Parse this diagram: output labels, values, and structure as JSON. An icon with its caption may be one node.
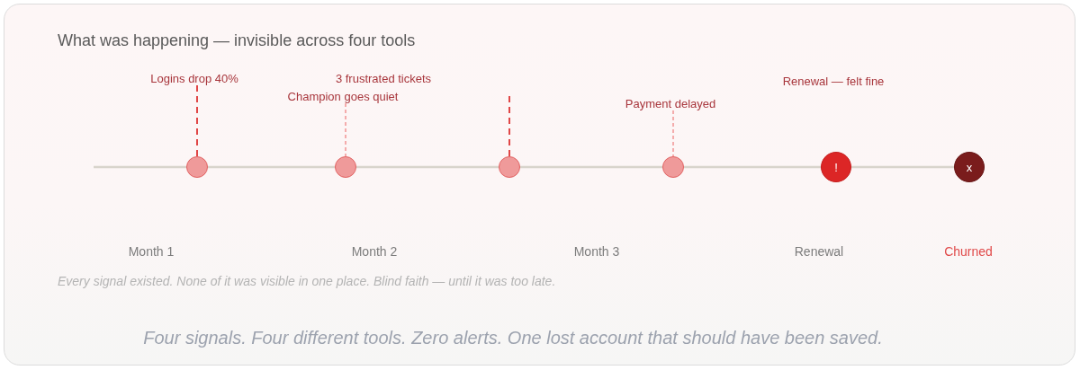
{
  "diagram": {
    "title": "What was happening — invisible across four tools",
    "caption": "Four signals. Four different tools. Zero alerts. One lost account that should have been saved.",
    "nodes": [
      {
        "text": [
          "Logins drop 40%"
        ]
      },
      {
        "text": [
          "Champion goes quiet"
        ]
      },
      {
        "text": [
          "Payment delayed"
        ]
      },
      {
        "text": [],
        "shape": "circle"
      },
      {
        "text": [],
        "shape": "circle"
      },
      {
        "text": [],
        "shape": "circle"
      },
      {
        "text": [],
        "shape": "circle"
      },
      {
        "text": [
          "!"
        ]
      },
      {
        "text": [
          "x"
        ]
      }
    ],
    "edges": [
      {
        "from": 0,
        "to": 3,
        "arrow": "none",
        "style": "dashed"
      },
      {
        "from": 1,
        "to": 4,
        "arrow": "none",
        "style": "dashed",
        "color": "#f19494"
      },
      {
        "from": null,
        "to": 5,
        "arrow": "none",
        "style": "dashed"
      },
      {
        "from": 2,
        "to": 6,
        "arrow": "none",
        "style": "dashed",
        "color": "#f19494"
      }
    ],
    "labels": [
      "3 frustrated tickets",
      "Renewal — felt fine",
      "Month 1",
      "Month 2",
      "Month 3",
      "Renewal",
      "Churned",
      "Every signal existed. None of it was visible in one place. Blind faith — until it was too late."
    ]
  }
}
